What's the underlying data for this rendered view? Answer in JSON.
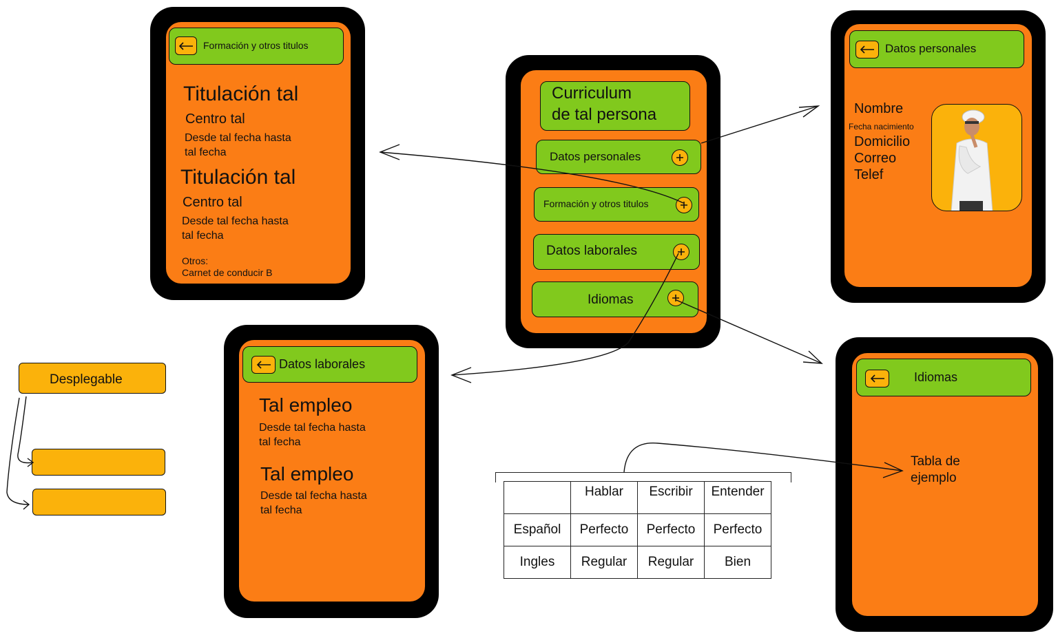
{
  "main": {
    "title_line1": "Curriculum",
    "title_line2": "de tal persona",
    "buttons": [
      "Datos personales",
      "Formación y otros titulos",
      "Datos laborales",
      "Idiomas"
    ]
  },
  "formacion": {
    "header": "Formación y otros titulos",
    "entries": [
      {
        "title": "Titulación tal",
        "center": "Centro tal",
        "date1": "Desde tal fecha hasta",
        "date2": "tal fecha"
      },
      {
        "title": "Titulación tal",
        "center": "Centro tal",
        "date1": "Desde tal fecha hasta",
        "date2": "tal fecha"
      }
    ],
    "otros_label": "Otros:",
    "otros_value": "Carnet de conducir B"
  },
  "personales": {
    "header": "Datos personales",
    "nombre": "Nombre",
    "fecha": "Fecha nacimiento",
    "domicilio": "Domicilio",
    "correo": "Correo",
    "telef": "Telef",
    "photo_icon": "person-photo-icon"
  },
  "laborales": {
    "header": "Datos laborales",
    "entries": [
      {
        "title": "Tal empleo",
        "date1": "Desde tal fecha hasta",
        "date2": "tal fecha"
      },
      {
        "title": "Tal empleo",
        "date1": "Desde tal fecha hasta",
        "date2": "tal fecha"
      }
    ]
  },
  "idiomas": {
    "header": "Idiomas",
    "note_line1": "Tabla de",
    "note_line2": "ejemplo"
  },
  "dropdown": {
    "label": "Desplegable"
  },
  "table": {
    "headers": [
      "",
      "Hablar",
      "Escribir",
      "Entender"
    ],
    "rows": [
      [
        "Español",
        "Perfecto",
        "Perfecto",
        "Perfecto"
      ],
      [
        "Ingles",
        "Regular",
        "Regular",
        "Bien"
      ]
    ]
  },
  "colors": {
    "screen": "#fb7d15",
    "bar": "#81c91d",
    "accent": "#fbb20b",
    "frame": "#000000"
  }
}
